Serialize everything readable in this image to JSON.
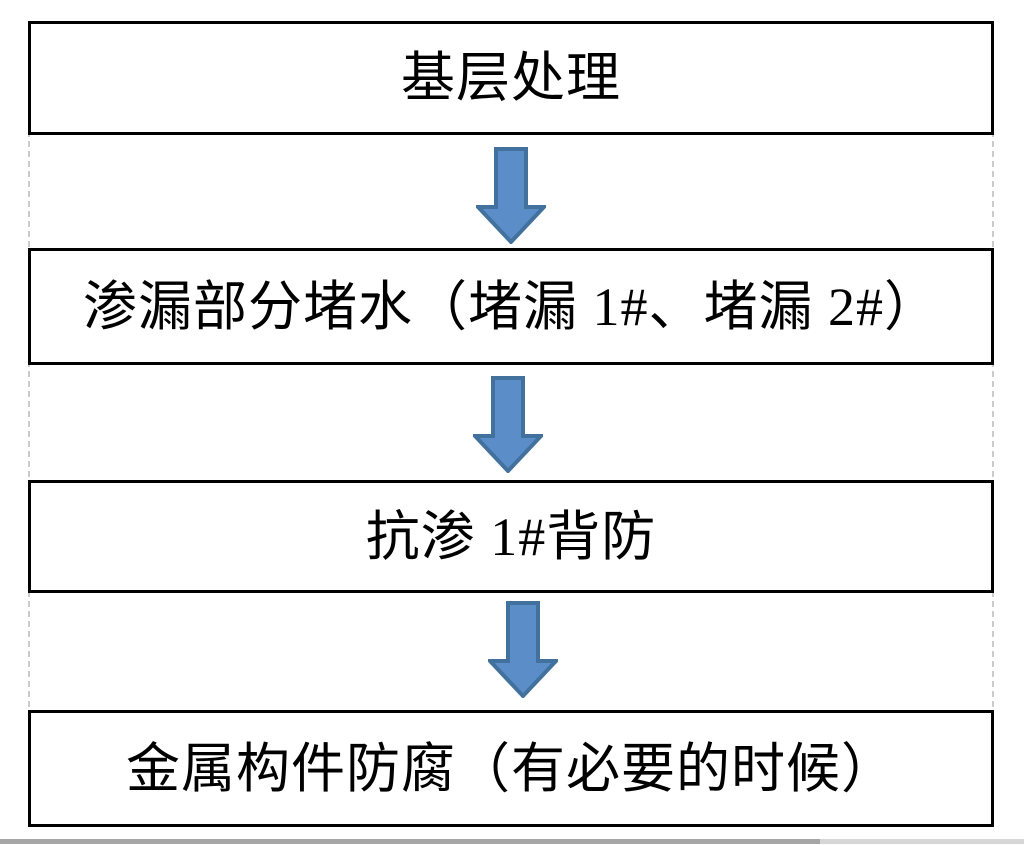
{
  "diagram": {
    "type": "flowchart",
    "direction": "top-down",
    "steps": [
      {
        "label": "基层处理"
      },
      {
        "label": "渗漏部分堵水（堵漏 1#、堵漏 2#）"
      },
      {
        "label": "抗渗 1#背防"
      },
      {
        "label": "金属构件防腐（有必要的时候）"
      }
    ],
    "connectors": [
      {
        "from": 0,
        "to": 1,
        "shape": "down-arrow"
      },
      {
        "from": 1,
        "to": 2,
        "shape": "down-arrow"
      },
      {
        "from": 2,
        "to": 3,
        "shape": "down-arrow"
      }
    ],
    "colors": {
      "arrow_fill": "#5B8DC8",
      "arrow_stroke": "#41719C",
      "box_border": "#000000",
      "box_background": "#FFFFFF",
      "placeholder_dash": "#CCCCCC",
      "text": "#000000",
      "scrollbar_thumb": "#A6A6A6",
      "scrollbar_track": "#D6D6D6"
    }
  }
}
